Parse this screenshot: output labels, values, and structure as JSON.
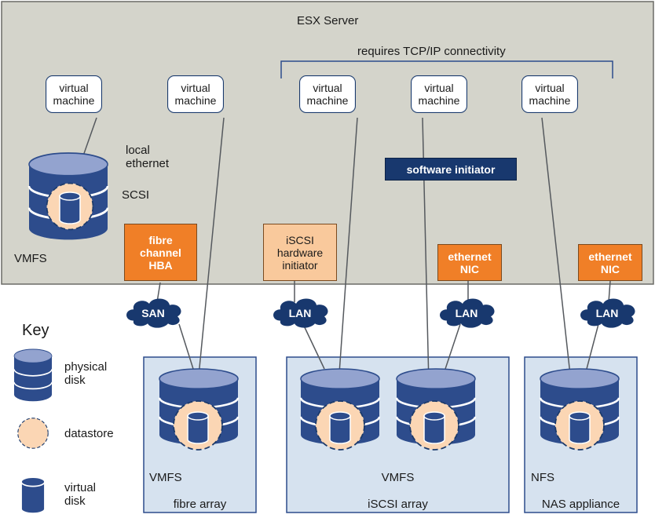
{
  "server": {
    "title": "ESX Server",
    "tcp_note": "requires TCP/IP connectivity"
  },
  "vms": [
    {
      "label": "virtual\nmachine"
    },
    {
      "label": "virtual\nmachine"
    },
    {
      "label": "virtual\nmachine"
    },
    {
      "label": "virtual\nmachine"
    },
    {
      "label": "virtual\nmachine"
    }
  ],
  "local": {
    "ethernet": "local\nethernet",
    "scsi": "SCSI",
    "vmfs": "VMFS"
  },
  "adapters": {
    "fc_hba": "fibre\nchannel\nHBA",
    "iscsi_hw": "iSCSI\nhardware\ninitiator",
    "eth_nic_1": "ethernet\nNIC",
    "eth_nic_2": "ethernet\nNIC",
    "software_initiator": "software initiator"
  },
  "networks": {
    "san": "SAN",
    "lan1": "LAN",
    "lan2": "LAN",
    "lan3": "LAN"
  },
  "arrays": {
    "fibre": {
      "fs": "VMFS",
      "name": "fibre array"
    },
    "iscsi": {
      "fs": "VMFS",
      "name": "iSCSI array"
    },
    "nas": {
      "fs": "NFS",
      "name": "NAS appliance"
    }
  },
  "key": {
    "title": "Key",
    "physical_disk": "physical\ndisk",
    "datastore": "datastore",
    "virtual_disk": "virtual\ndisk"
  },
  "colors": {
    "server_bg": "#d4d4cb",
    "array_bg": "#d6e2ef",
    "disk_blue": "#2d4c8c",
    "disk_top": "#93a3cf",
    "datastore": "#fbd6b4",
    "orange": "#f07f27",
    "navy": "#18386e"
  }
}
